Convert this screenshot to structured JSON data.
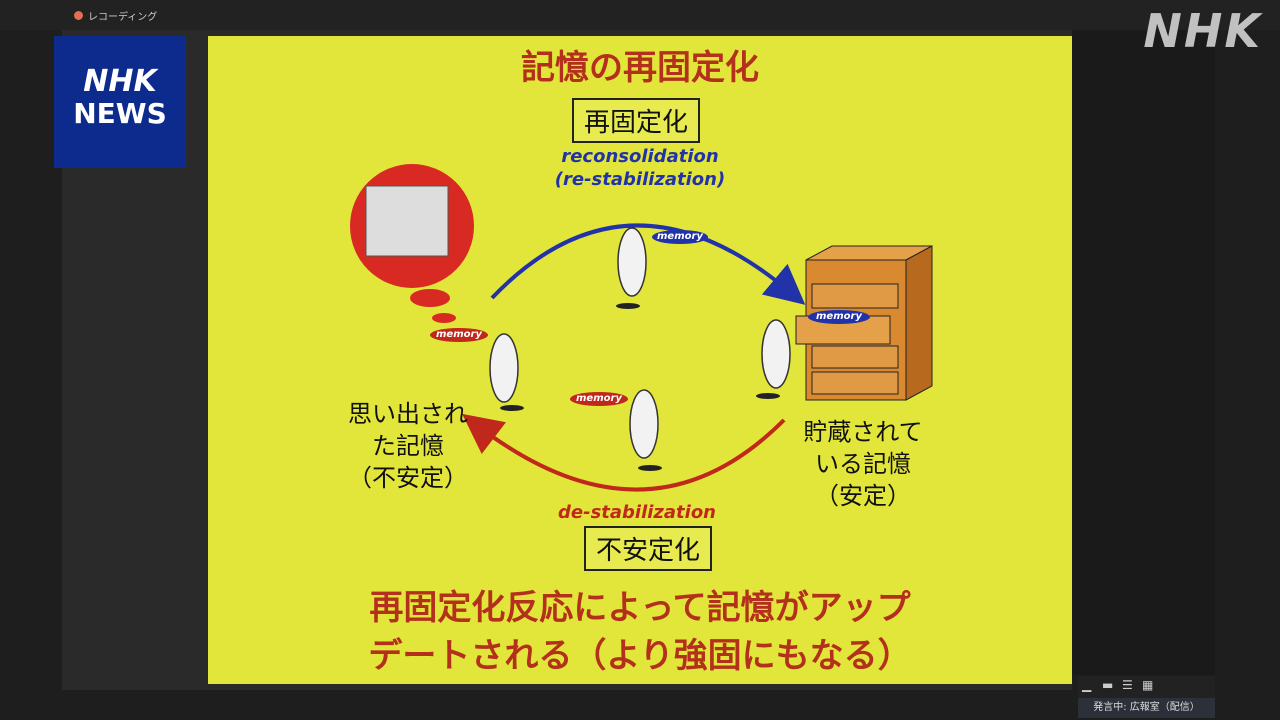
{
  "window": {
    "recording_label": "レコーディング"
  },
  "branding": {
    "nhk_news_line1": "NHK",
    "nhk_news_line2": "NEWS",
    "watermark": "NHK"
  },
  "slide": {
    "title": "記憶の再固定化",
    "top_box": "再固定化",
    "top_caption_1": "reconsolidation",
    "top_caption_2": "(re-stabilization)",
    "bottom_box": "不安定化",
    "bottom_caption": "de-stabilization",
    "left_label": [
      "思い出され",
      "た記憶",
      "（不安定）"
    ],
    "right_label": [
      "貯蔵されて",
      "いる記憶",
      "（安定）"
    ],
    "memory_tag": "memory",
    "conclusion_1": "再固定化反応によって記憶がアップ",
    "conclusion_2": "デートされる（より強固にもなる）"
  },
  "status": {
    "speaker": "発言中: 広報室（配信）"
  }
}
